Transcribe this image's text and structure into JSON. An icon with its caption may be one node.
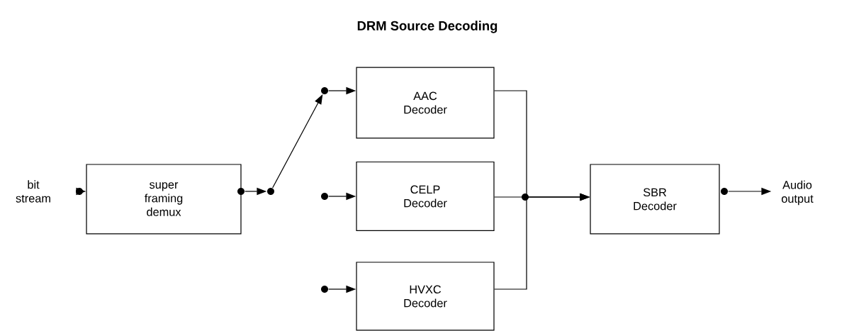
{
  "diagram": {
    "title": "DRM Source Decoding",
    "nodes": [
      {
        "text": [
          "bit stream"
        ]
      },
      {
        "text": [
          "super framing demux"
        ]
      },
      {
        "text": [
          "AAC Decoder"
        ]
      },
      {
        "text": [
          "CELP Decoder"
        ]
      },
      {
        "text": [
          "HVXC Decoder"
        ]
      },
      {
        "text": [
          "SBR Decoder"
        ]
      },
      {
        "text": [
          "Audio output"
        ]
      },
      {
        "text": [],
        "shape": "circle"
      },
      {
        "text": [],
        "shape": "circle"
      },
      {
        "text": [],
        "shape": "circle"
      },
      {
        "text": [],
        "shape": "circle"
      },
      {
        "text": [],
        "shape": "circle"
      },
      {
        "text": [],
        "shape": "circle"
      }
    ],
    "edges": [
      {
        "from": 0,
        "to": 1,
        "arrow": "to"
      },
      {
        "from": 7,
        "to": 8,
        "arrow": "to"
      },
      {
        "from": 8,
        "to": 9,
        "arrow": "to"
      },
      {
        "from": 9,
        "to": 2,
        "arrow": "to"
      },
      {
        "from": 10,
        "to": 3,
        "arrow": "to"
      },
      {
        "from": 11,
        "to": 4,
        "arrow": "to"
      },
      {
        "from": 2,
        "to": 5,
        "arrow": "to"
      },
      {
        "from": 3,
        "to": 5,
        "arrow": "to"
      },
      {
        "from": 4,
        "to": 5,
        "arrow": "to"
      },
      {
        "from": 12,
        "to": 6,
        "arrow": "to"
      }
    ]
  }
}
